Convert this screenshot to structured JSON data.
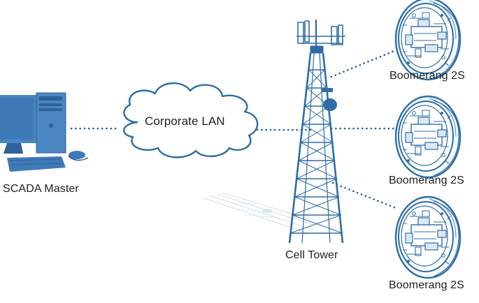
{
  "nodes": {
    "scada": {
      "label": "SCADA Master",
      "icon": "desktop-computer-icon"
    },
    "lan": {
      "label": "Corporate LAN",
      "icon": "cloud-icon"
    },
    "tower": {
      "label": "Cell Tower",
      "icon": "cell-tower-icon"
    },
    "meters": [
      {
        "label": "Boomerang 2S",
        "icon": "meter-device-icon"
      },
      {
        "label": "Boomerang 2S",
        "icon": "meter-device-icon"
      },
      {
        "label": "Boomerang 2S",
        "icon": "meter-device-icon"
      }
    ]
  },
  "colors": {
    "primary": "#2e6da4",
    "computer": "#4a86c2",
    "computer_dark": "#2f6299",
    "link": "#1f5f99",
    "cloud_fill": "#ffffff",
    "text": "#1e1e1e"
  }
}
